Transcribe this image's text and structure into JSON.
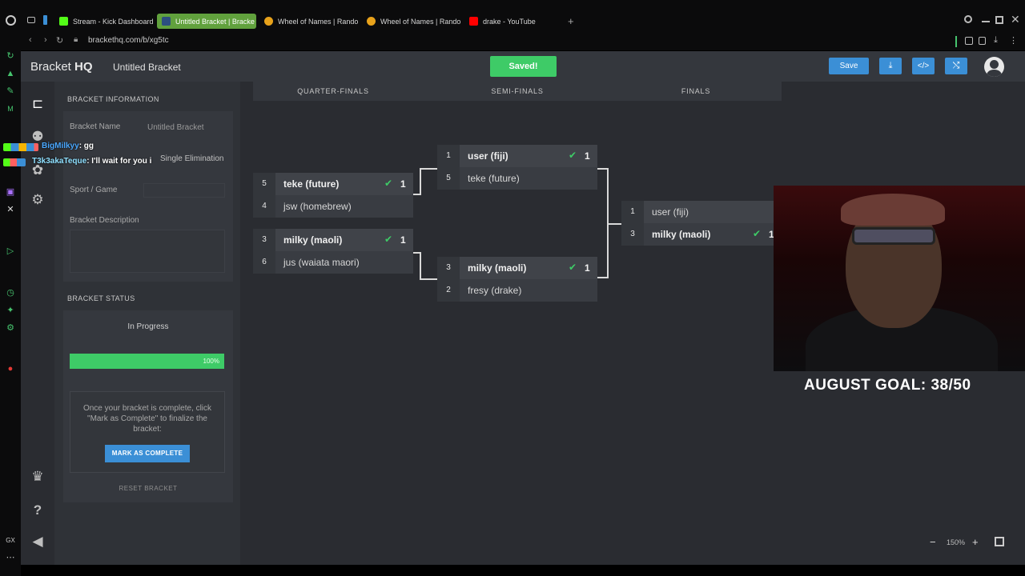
{
  "tabs": [
    {
      "label": "Stream - Kick Dashboard",
      "color": "#53fc18"
    },
    {
      "label": "Untitled Bracket | Bracke",
      "color": "#3b8fd6"
    },
    {
      "label": "Wheel of Names | Rando",
      "color": "#e8a21b"
    },
    {
      "label": "Wheel of Names | Rando",
      "color": "#e8a21b"
    },
    {
      "label": "drake - YouTube",
      "color": "#ff0000"
    }
  ],
  "address": "brackethq.com/b/xg5tc",
  "app": {
    "brand_light": "Bracket ",
    "brand_bold": "HQ",
    "title": "Untitled Bracket",
    "saved": "Saved!",
    "save": "Save"
  },
  "panel": {
    "info_title": "BRACKET INFORMATION",
    "name_label": "Bracket Name",
    "name_value": "Untitled Bracket",
    "type_value": "Single Elimination",
    "sport_label": "Sport / Game",
    "desc_label": "Bracket Description",
    "status_title": "BRACKET STATUS",
    "status": "In Progress",
    "progress_label": "100%",
    "progress": 1.0,
    "note": "Once your bracket is complete, click \"Mark as Complete\" to finalize the bracket:",
    "mark_complete": "MARK AS COMPLETE",
    "reset": "RESET BRACKET"
  },
  "rounds": [
    "QUARTER-FINALS",
    "SEMI-FINALS",
    "FINALS"
  ],
  "matches": {
    "qf1": {
      "top": {
        "seed": "5",
        "name": "teke (future)",
        "score": "1"
      },
      "bot": {
        "seed": "4",
        "name": "jsw (homebrew)"
      }
    },
    "qf2": {
      "top": {
        "seed": "3",
        "name": "milky (maoli)",
        "score": "1"
      },
      "bot": {
        "seed": "6",
        "name": "jus (waiata maori)"
      }
    },
    "sf1": {
      "top": {
        "seed": "1",
        "name": "user (fiji)",
        "score": "1"
      },
      "bot": {
        "seed": "5",
        "name": "teke (future)"
      }
    },
    "sf2": {
      "top": {
        "seed": "3",
        "name": "milky (maoli)",
        "score": "1"
      },
      "bot": {
        "seed": "2",
        "name": "fresy (drake)"
      }
    },
    "f": {
      "top": {
        "seed": "1",
        "name": "user (fiji)"
      },
      "bot": {
        "seed": "3",
        "name": "milky (maoli)",
        "score": "1"
      }
    }
  },
  "chat": [
    {
      "user": "BigMilkyy",
      "user_color": "#3b8fd6",
      "message": ": gg"
    },
    {
      "user": "T3k3akaTeque",
      "user_color": "#8fe0ff",
      "message": ": I'll wait for you i"
    }
  ],
  "overlay": {
    "goal": "AUGUST GOAL: 38/50"
  },
  "zoom": {
    "level": "150%"
  }
}
